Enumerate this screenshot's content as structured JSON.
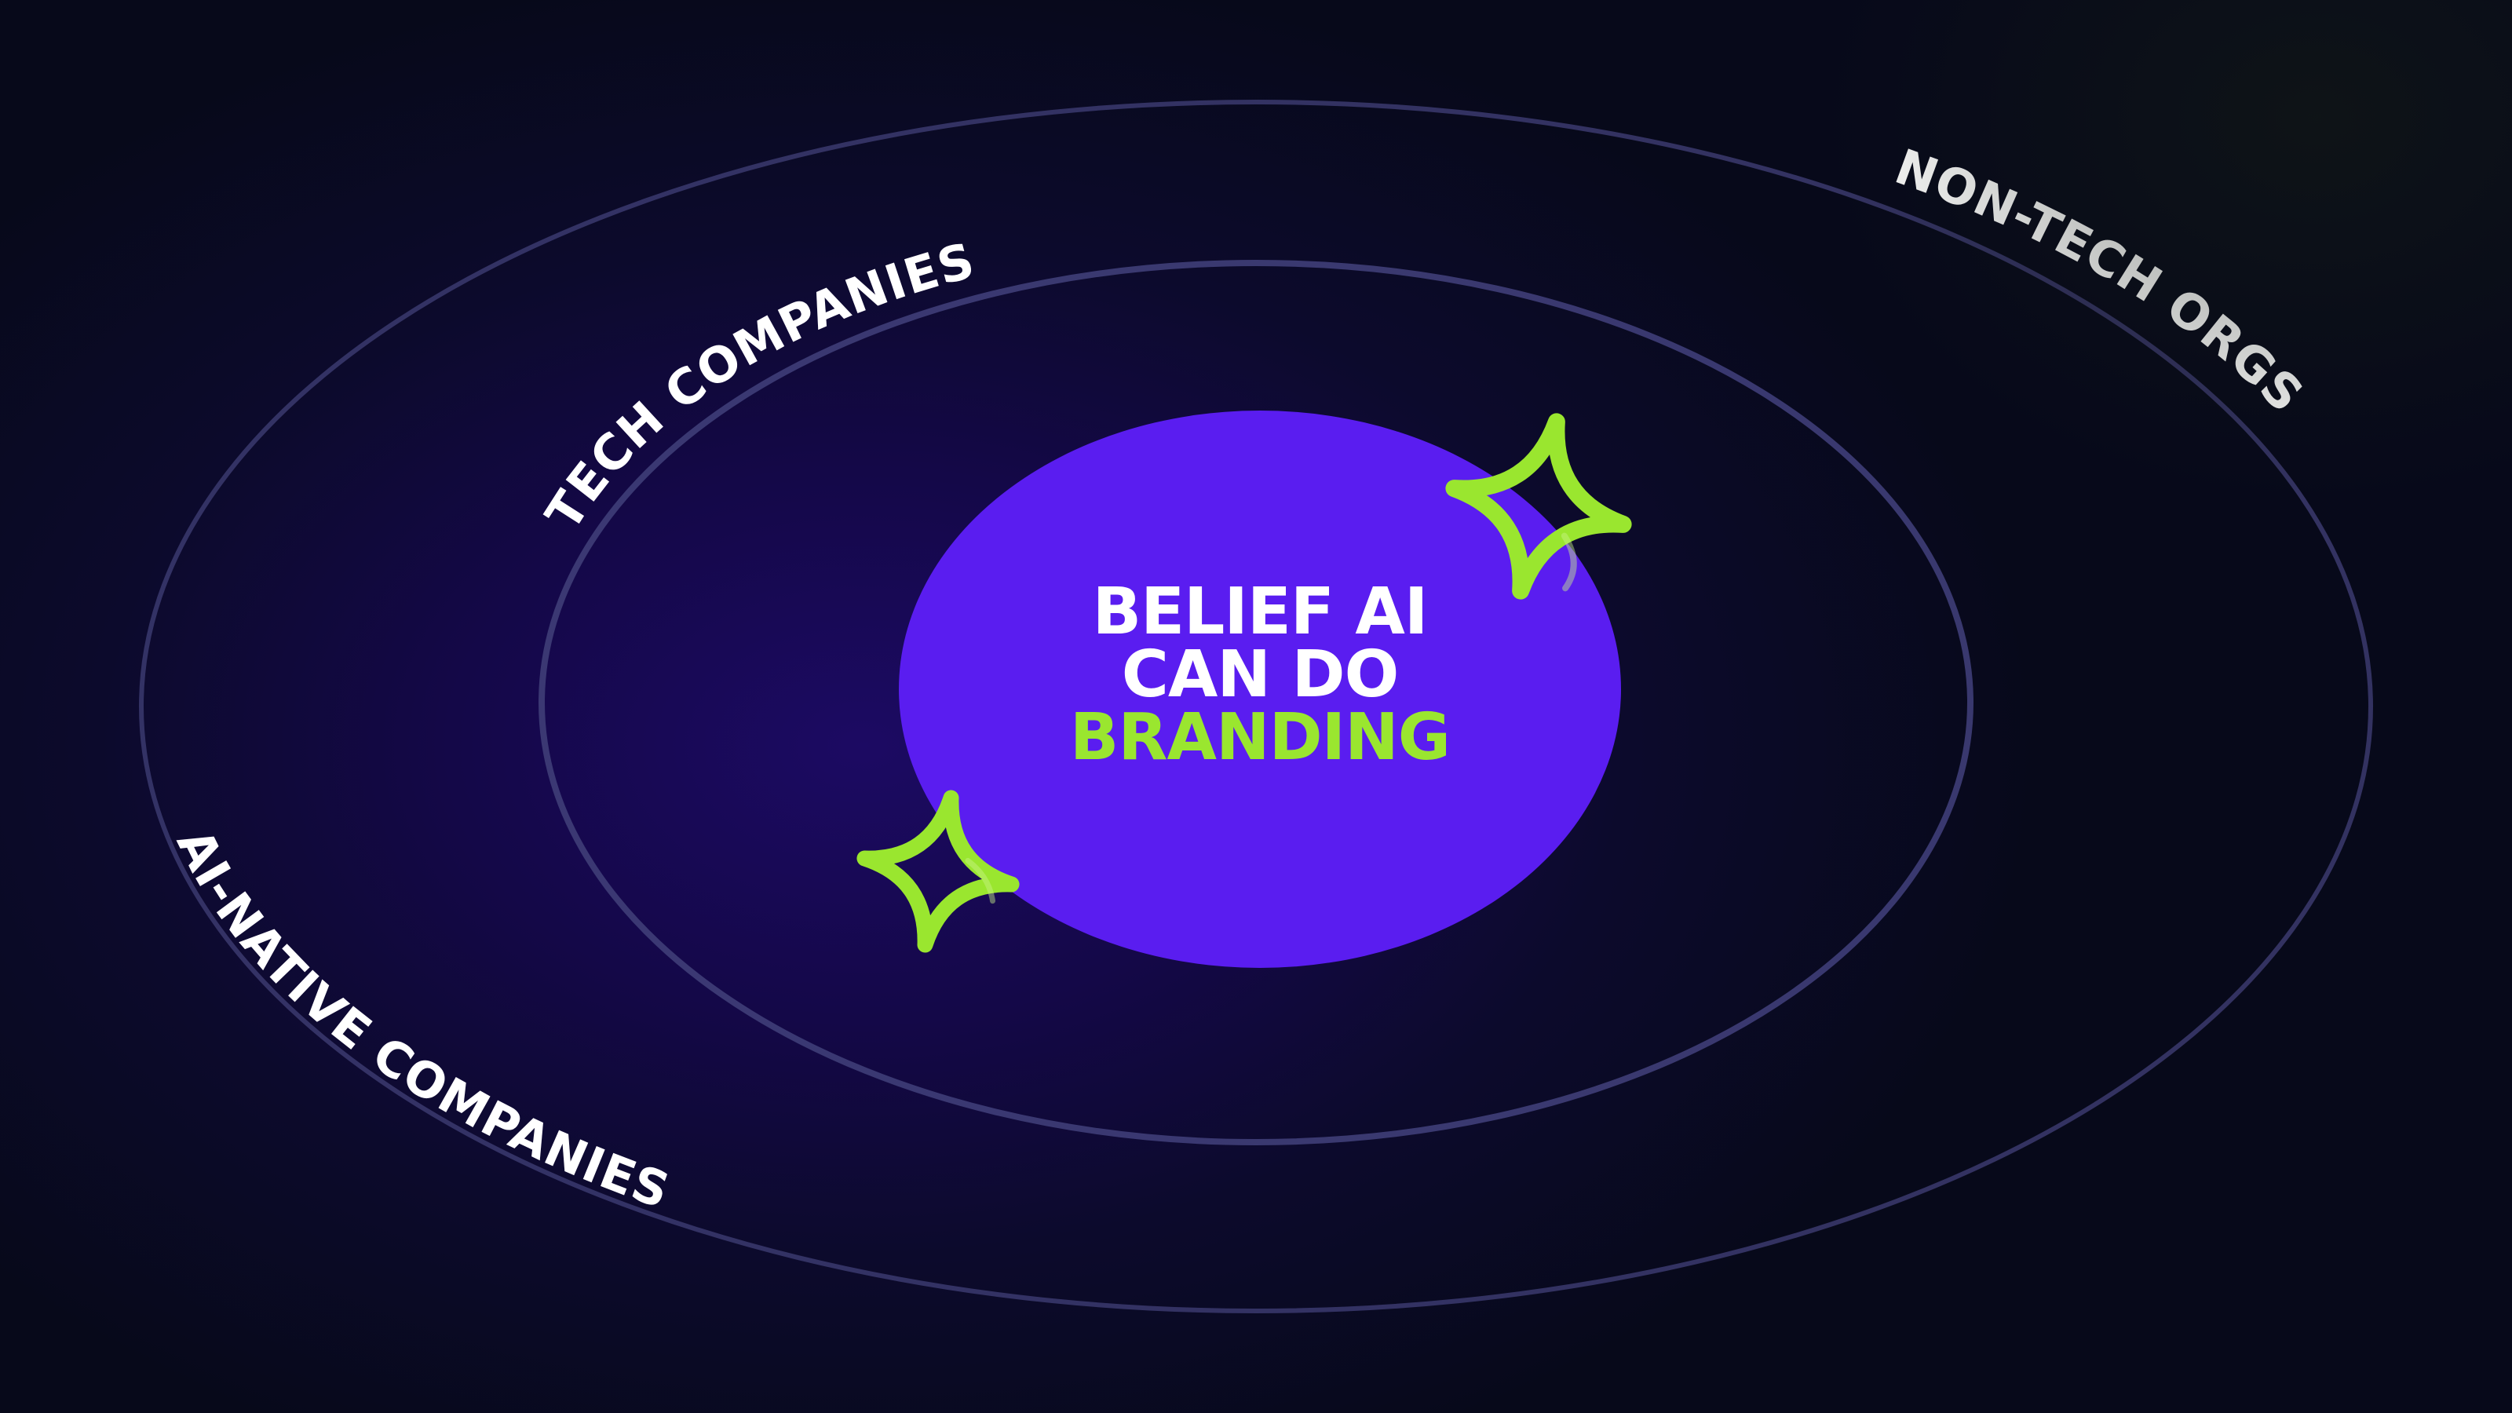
{
  "diagram": {
    "rings": [
      {
        "label": "TECH COMPANIES"
      },
      {
        "label": "NON-TECH ORGS"
      },
      {
        "label": "AI-NATIVE COMPANIES"
      }
    ],
    "center": {
      "line1": "BELIEF AI",
      "line2": "CAN DO",
      "line3": "BRANDING"
    }
  },
  "colors": {
    "background": "#0c0a2c",
    "center_fill": "#5a1df0",
    "ring_stroke": "#3b3a6e",
    "accent": "#9ae62f",
    "text": "#ffffff"
  },
  "icons": [
    "sparkle-icon",
    "sparkle-icon"
  ]
}
